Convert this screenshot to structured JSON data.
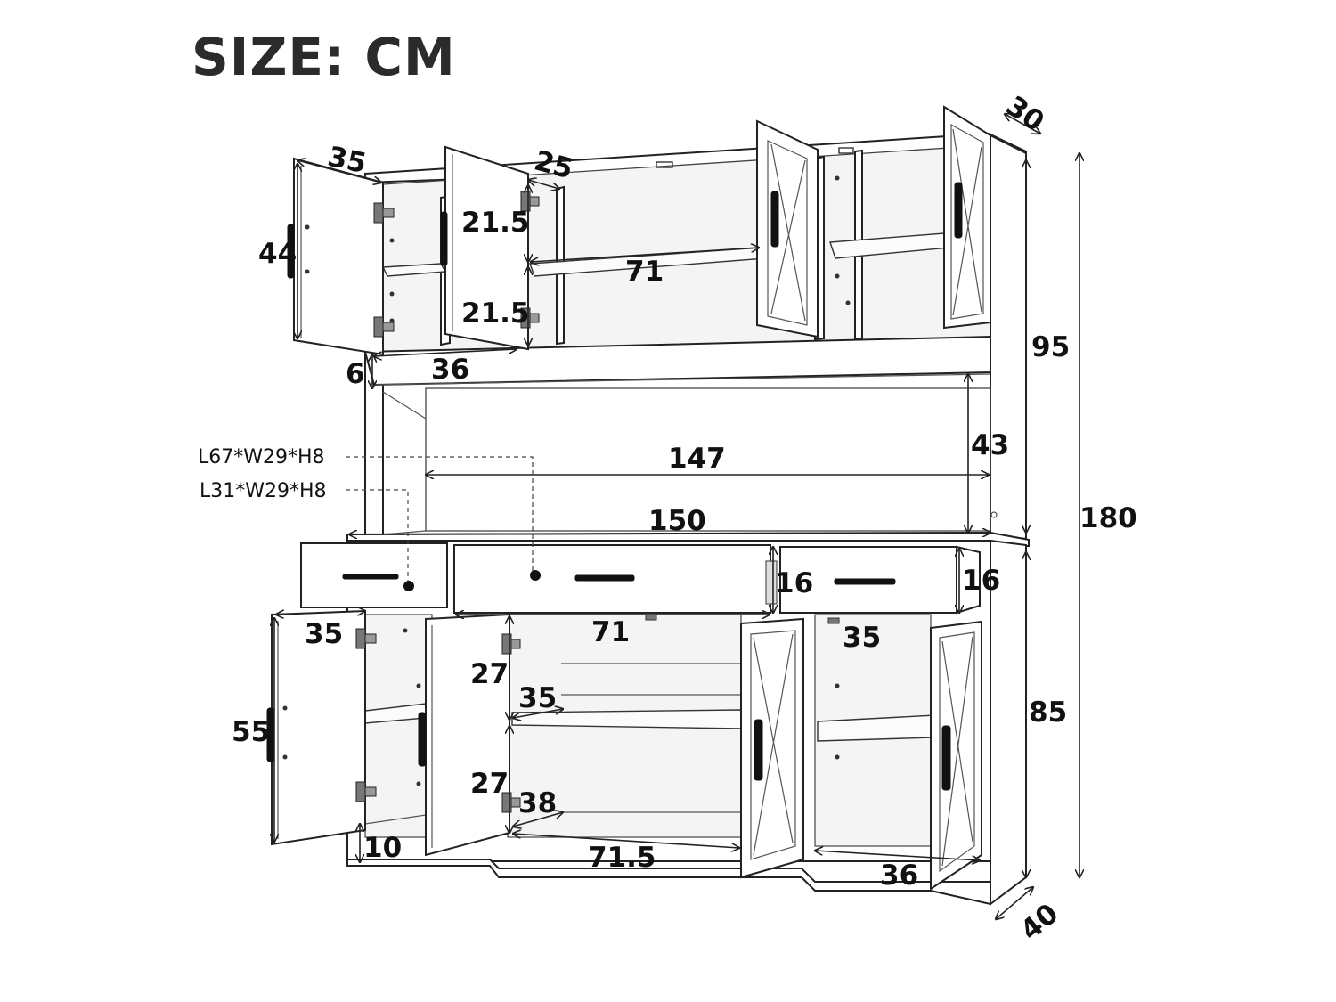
{
  "title": "SIZE: CM",
  "specs": {
    "drawer_large": "L67*W29*H8",
    "drawer_small": "L31*W29*H8"
  },
  "dims": {
    "top_door_width": "35",
    "top_door_height": "44",
    "top_depth_shelf": "25",
    "top_mid_upper": "21.5",
    "top_mid_lower": "21.5",
    "top_center_width": "71",
    "top_depth": "30",
    "upper_height": "95",
    "top_left_width": "36",
    "gap_height": "6",
    "open_height": "43",
    "inner_width": "147",
    "total_width": "150",
    "total_height": "180",
    "drawer_mid_h": "16",
    "drawer_right_h": "16",
    "low_door_width": "35",
    "low_center_width": "71",
    "low_right_width": "35",
    "low_door_height": "55",
    "low_mid_upper": "27",
    "low_shelf_depth1": "35",
    "low_mid_lower": "27",
    "low_shelf_depth2": "38",
    "base_height": "10",
    "low_bottom_width": "71.5",
    "low_right_bottom": "36",
    "lower_height": "85",
    "base_depth": "40"
  }
}
